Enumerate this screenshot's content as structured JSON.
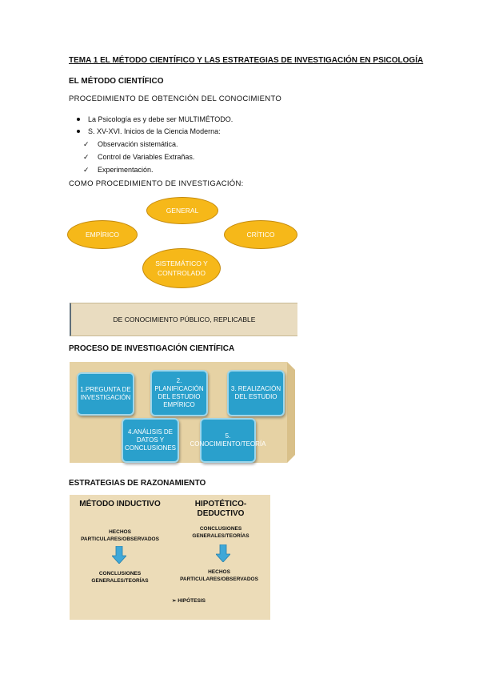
{
  "title": "TEMA 1 EL MÉTODO CIENTÍFICO Y LAS ESTRATEGIAS DE INVESTIGACIÓN EN PSICOLOGÍA",
  "section_metodo": "EL MÉTODO CIENTÍFICO",
  "procedimiento": "PROCEDIMIENTO DE OBTENCIÓN DEL CONOCIMIENTO",
  "bullets": [
    "La Psicología es y debe ser MULTIMÉTODO.",
    "S. XV-XVI. Inicios de la Ciencia Moderna:"
  ],
  "checks": [
    "Observación sistemática.",
    "Control de Variables Extrañas.",
    "Experimentación."
  ],
  "como": "COMO PROCEDIMIENTO DE INVESTIGACIÓN:",
  "ovals": {
    "general": "GENERAL",
    "empirico": "EMPÍRICO",
    "critico": "CRÍTICO",
    "sistematico": "SISTEMÁTICO Y CONTROLADO"
  },
  "banner": "DE CONOCIMIENTO PÚBLICO, REPLICABLE",
  "proceso_title": "PROCESO DE INVESTIGACIÓN CIENTÍFICA",
  "process_steps": [
    "1.PREGUNTA DE INVESTIGACIÓN",
    "2. PLANIFICACIÓN DEL ESTUDIO EMPÍRICO",
    "3. REALIZACIÓN DEL ESTUDIO",
    "4.ANÁLISIS DE DATOS Y CONCLUSIONES",
    "5. CONOCIMIENTO/TEORÍA"
  ],
  "estrategias_title": "ESTRATEGIAS DE RAZONAMIENTO",
  "inductivo": {
    "title": "MÉTODO INDUCTIVO",
    "top": "HECHOS PARTICULARES/OBSERVADOS",
    "bottom": "CONCLUSIONES GENERALES/TEORÍAS"
  },
  "deductivo": {
    "title": "HIPOTÉTICO-DEDUCTIVO",
    "top": "CONCLUSIONES GENERALES/TEORÍAS",
    "bottom": "HECHOS PARTICULARES/OBSERVADOS",
    "extra": "HIPÓTESIS"
  },
  "colors": {
    "oval_fill": "#f6b819",
    "process_box": "#2aa0cc",
    "process_bg": "#e6d2a4",
    "reason_bg": "#ecdcb8",
    "arrow": "#3fa8d8"
  }
}
